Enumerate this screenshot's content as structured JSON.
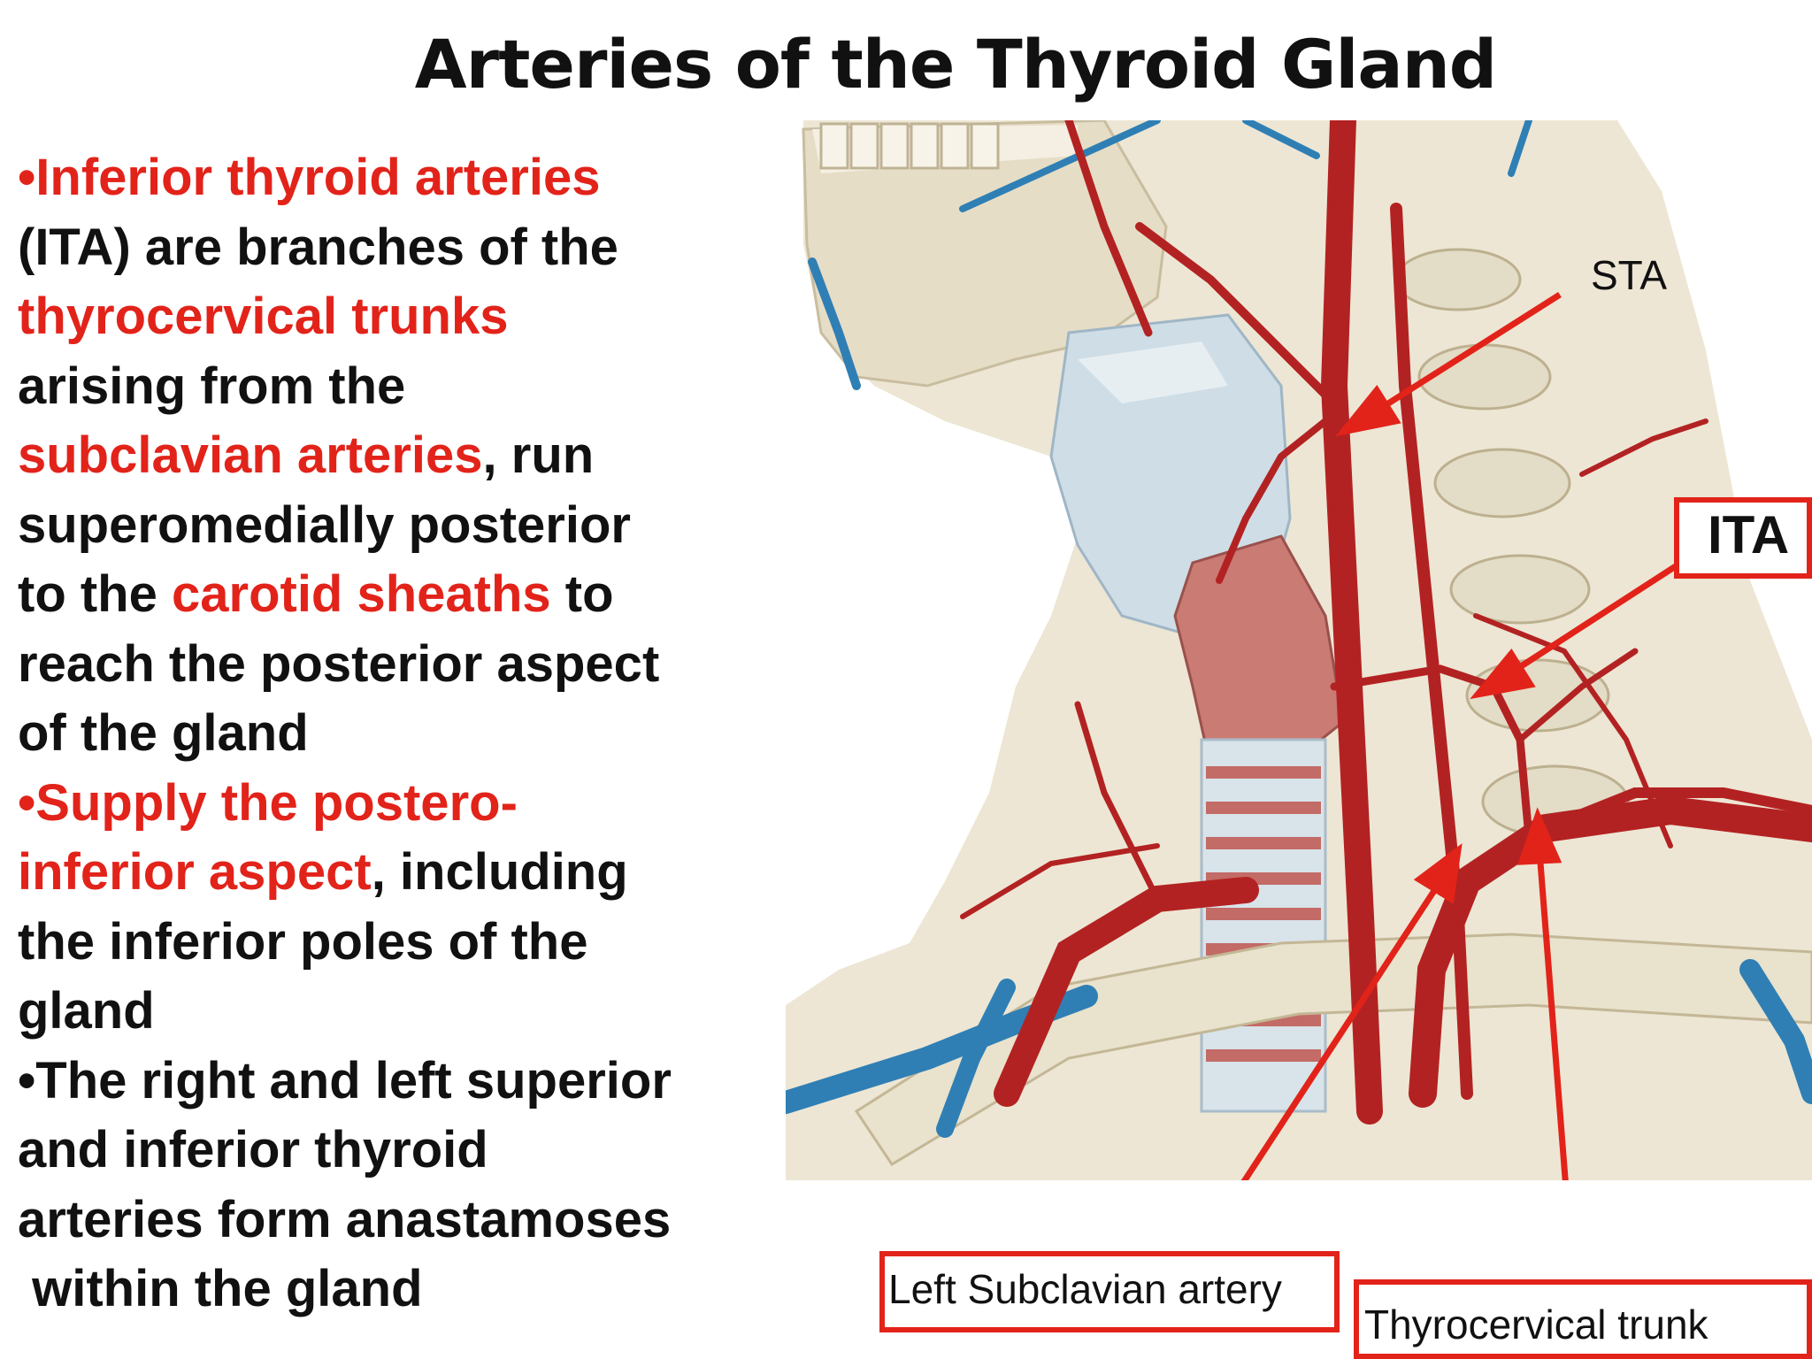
{
  "title": "Arteries of the Thyroid Gland",
  "text": {
    "l1_red": "•Inferior thyroid arteries",
    "l2_black": "(ITA) are branches of the",
    "l3_red": "thyrocervical trunks",
    "l4_black": "arising from the",
    "l5_red": "subclavian arteries",
    "l5_black": ", run",
    "l6_black": "superomedially posterior",
    "l7_black_a": "to the ",
    "l7_red": "carotid sheaths",
    "l7_black_b": " to",
    "l8_black": "reach the posterior aspect",
    "l9_black": "of the gland",
    "l10_red": "•Supply the postero-",
    "l11_red": "inferior aspect",
    "l11_black": ", including",
    "l12_black": "the inferior poles of the",
    "l13_black": "gland",
    "l14_black": "•The right and left superior",
    "l15_black": "and inferior thyroid",
    "l16_black": "arteries form anastamoses",
    "l17_black": " within the gland"
  },
  "labels": {
    "sta": "STA",
    "ita": "ITA",
    "left_subclavian": "Left Subclavian artery",
    "thyrocervical": "Thyrocervical trunk"
  },
  "colors": {
    "accent_red": "#e2231a",
    "artery": "#b32222",
    "vein": "#2f7fb5",
    "bone": "#e8e2cf",
    "cartilage": "#cfdde6",
    "gland": "#c97b74"
  }
}
